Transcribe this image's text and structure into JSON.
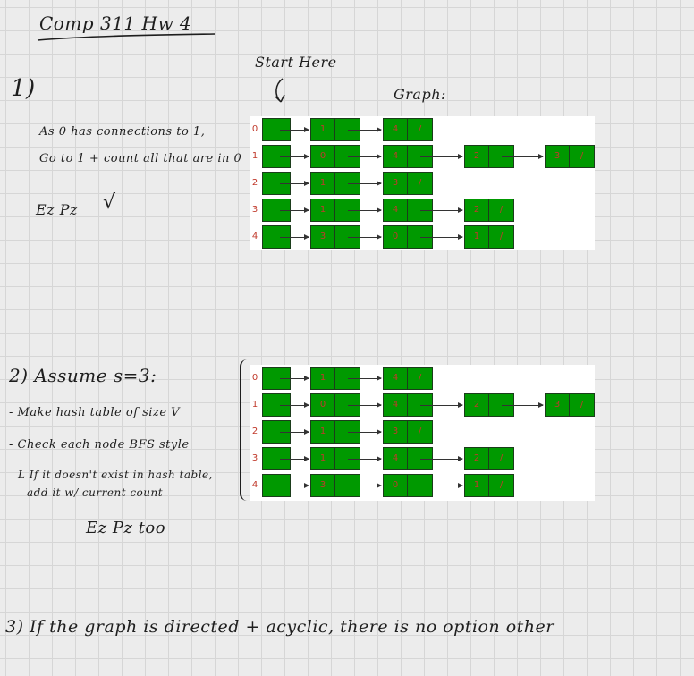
{
  "header": {
    "title": "Comp 311   Hw 4"
  },
  "q1": {
    "number": "1)",
    "note_start": "Start Here",
    "note_graph": "Graph:",
    "lines": [
      "As 0 has connections to 1,",
      "Go to 1 + count all that are in 0",
      "Ez Pz"
    ],
    "check": "√"
  },
  "q2": {
    "heading": "2)  Assume  s=3:",
    "bullets": [
      "- Make hash table of size V",
      "- Check each node BFS style",
      "L If it doesn't exist in hash table,",
      "   add it w/ current count"
    ],
    "footer": "Ez Pz too"
  },
  "q3": {
    "text": "3)  If the graph is directed + acyclic, there is no option other"
  },
  "graph": {
    "rows": [
      {
        "index": "0",
        "nodes": [
          {
            "v": "",
            "p": ""
          },
          {
            "v": "1",
            "p": ""
          },
          {
            "v": "4",
            "p": "/"
          }
        ]
      },
      {
        "index": "1",
        "nodes": [
          {
            "v": "",
            "p": ""
          },
          {
            "v": "0",
            "p": ""
          },
          {
            "v": "4",
            "p": ""
          },
          {
            "v": "2",
            "p": ""
          },
          {
            "v": "3",
            "p": "/"
          }
        ]
      },
      {
        "index": "2",
        "nodes": [
          {
            "v": "",
            "p": ""
          },
          {
            "v": "1",
            "p": ""
          },
          {
            "v": "3",
            "p": "/"
          }
        ]
      },
      {
        "index": "3",
        "nodes": [
          {
            "v": "",
            "p": ""
          },
          {
            "v": "1",
            "p": ""
          },
          {
            "v": "4",
            "p": ""
          },
          {
            "v": "2",
            "p": "/"
          }
        ]
      },
      {
        "index": "4",
        "nodes": [
          {
            "v": "",
            "p": ""
          },
          {
            "v": "3",
            "p": ""
          },
          {
            "v": "0",
            "p": ""
          },
          {
            "v": "1",
            "p": "/"
          }
        ]
      }
    ]
  }
}
